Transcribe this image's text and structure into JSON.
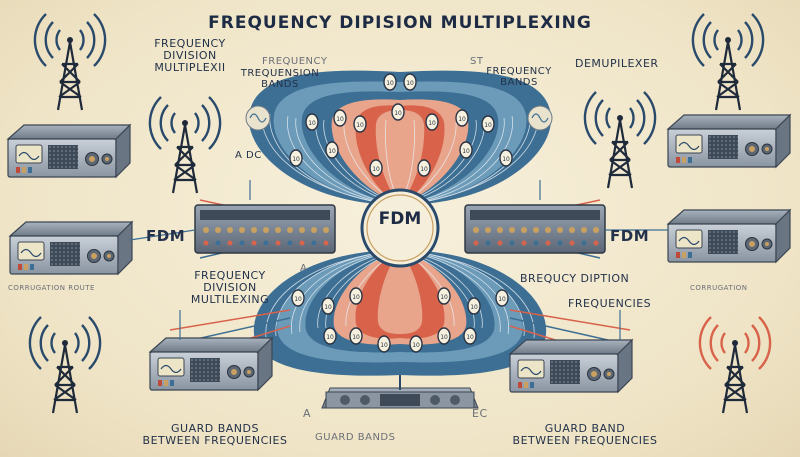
{
  "title": "FREQUENCY DIPISION MULTIPLEXING",
  "labels": {
    "top_left": [
      "FREQUENCY",
      "DIVISION",
      "MULTIPLEXII"
    ],
    "top_center_left": [
      "TREQUENSION",
      "BANDS"
    ],
    "top_center_left_faint": "FREQUENCY",
    "top_center_right": [
      "FREQUENCY",
      "BANDS"
    ],
    "top_center_right_faint": "ST",
    "top_right": "DEMUPILEXER",
    "adc": "A DC",
    "fdm_left": "FDM",
    "fdm_right": "FDM",
    "fdm_center": "FDM",
    "mid_left": [
      "FREQUENCY",
      "DIVISION",
      "MULTILEXING"
    ],
    "mid_left_a": "A",
    "mid_right": "BREQUCY DIPTION",
    "mid_right_2": "FREQUENCIES",
    "bottom_left": [
      "GUARD BANDS",
      "BETWEEN FREQUENCIES"
    ],
    "bottom_center_left": "GUARD BANDS",
    "bottom_center_a": "A",
    "bottom_center_ec": "EC",
    "bottom_right": [
      "GUARD BAND",
      "BETWEEN FREQUENCIES"
    ],
    "device_caption_left": "CORRUGATION ROUTE",
    "device_caption_right": "CORRUGATION"
  },
  "colors": {
    "background": "#f3ead2",
    "blue": "#3d6f94",
    "dark_blue": "#2a4a6b",
    "red": "#d8634a",
    "salmon": "#e8a58c",
    "ink": "#23324a",
    "device": "#8c96a3"
  },
  "icons": [
    "radio-tower-icon",
    "transceiver-icon",
    "multiplexer-rack-icon",
    "waveform-icon"
  ]
}
